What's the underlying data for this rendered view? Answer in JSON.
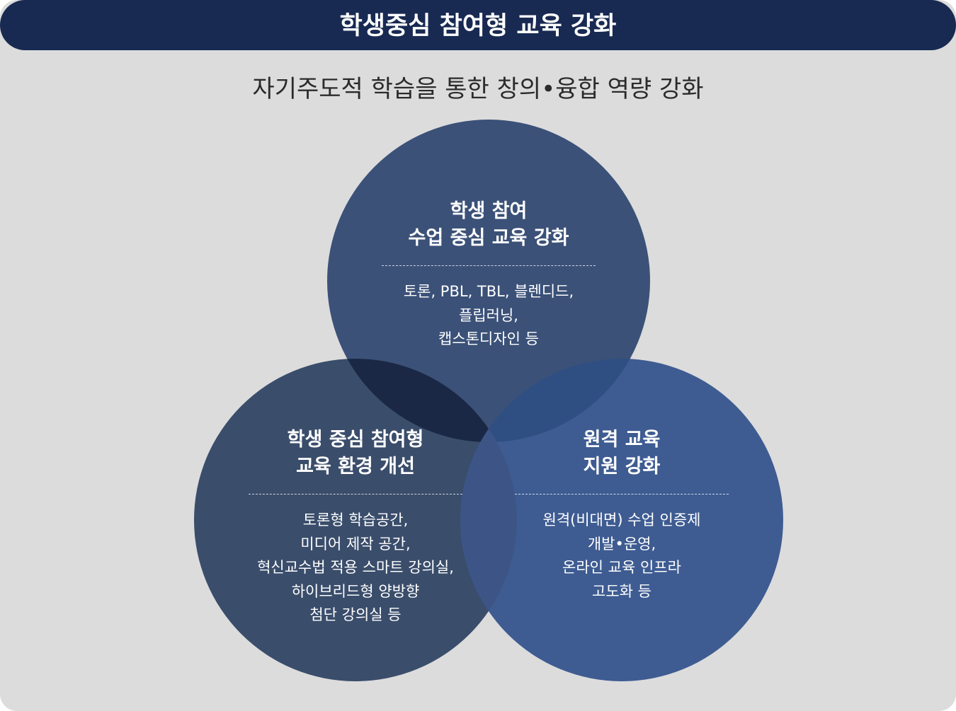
{
  "header": {
    "title": "학생중심 참여형 교육 강화"
  },
  "subtitle": "자기주도적 학습을 통한 창의•융합 역량 강화",
  "colors": {
    "title_bar": "#182a52",
    "background": "#dcdcdc",
    "circle_top": "#3b5178",
    "circle_left": "#3a4d6b",
    "circle_right": "#3e5c92",
    "overlap_dark": "#1a2845",
    "overlap_right": "#2f4f82",
    "overlap_left_right": "#3d5586"
  },
  "circles": {
    "top": {
      "heading": [
        "학생 참여",
        "수업 중심 교육 강화"
      ],
      "items": [
        "토론, PBL, TBL, 블렌디드,",
        "플립러닝,",
        "캡스톤디자인 등"
      ]
    },
    "left": {
      "heading": [
        "학생 중심 참여형",
        "교육 환경 개선"
      ],
      "items": [
        "토론형 학습공간,",
        "미디어 제작 공간,",
        "혁신교수법 적용 스마트 강의실,",
        "하이브리드형 양방향",
        "첨단 강의실 등"
      ]
    },
    "right": {
      "heading": [
        "원격 교육",
        "지원 강화"
      ],
      "items": [
        "원격(비대면) 수업 인증제",
        "개발•운영,",
        "온라인 교육 인프라",
        "고도화 등"
      ]
    }
  }
}
